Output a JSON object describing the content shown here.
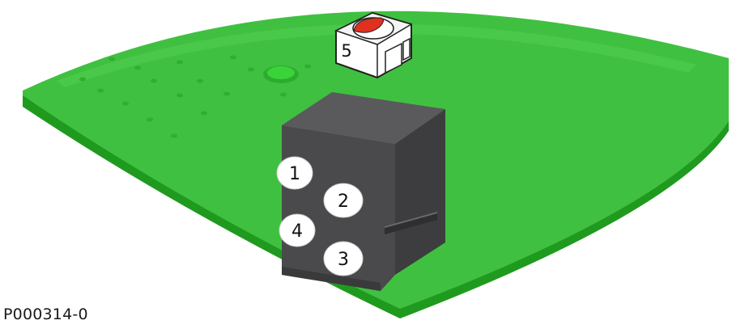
{
  "figure_id": "P000314-0",
  "callouts": [
    {
      "label": "1"
    },
    {
      "label": "2"
    },
    {
      "label": "3"
    },
    {
      "label": "4"
    },
    {
      "label": "5"
    }
  ],
  "colors": {
    "board_top": "#3fc03f",
    "board_edge": "#1f9a1f",
    "connector": "#4a4a4c",
    "switch_knob": "#e03020"
  }
}
